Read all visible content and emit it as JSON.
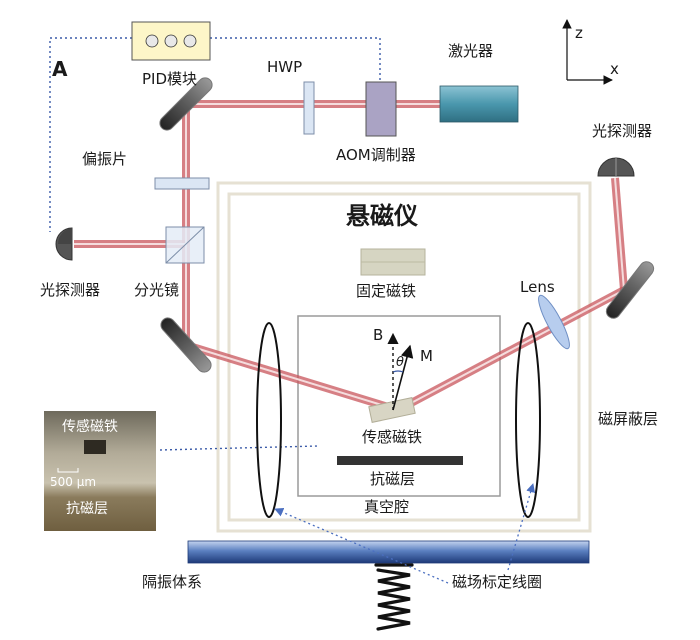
{
  "panel_letter": "A",
  "labels": {
    "pid": "PID模块",
    "hwp": "HWP",
    "laser": "激光器",
    "aom": "AOM调制器",
    "polarizer": "偏振片",
    "detector_left": "光探测器",
    "detector_right": "光探测器",
    "beam_splitter": "分光镜",
    "levitator": "悬磁仪",
    "fixed_magnet": "固定磁铁",
    "lens": "Lens",
    "sensor_magnet": "传感磁铁",
    "diamagnetic_layer": "抗磁层",
    "vacuum_chamber": "真空腔",
    "magnetic_shield": "磁屏蔽层",
    "isolation_system": "隔振体系",
    "calibration_coil": "磁场标定线圈"
  },
  "vectors": {
    "field": "B",
    "magnetization": "M",
    "angle": "θ"
  },
  "axes": {
    "z": "z",
    "x": "x"
  },
  "inset": {
    "sensor_magnet": "传感磁铁",
    "scale": "500 μm",
    "diamagnetic_layer": "抗磁层"
  },
  "colors": {
    "beam": "#d9868a",
    "laser_body": "#4a97ad",
    "mirror": "#555555",
    "chamber_border": "#e6e1d3",
    "vacuum_border": "#9a9a9a",
    "dotted_line": "#3a5aa8",
    "coil_arrow": "#4b6fc0",
    "table": "#2e4d8f"
  }
}
